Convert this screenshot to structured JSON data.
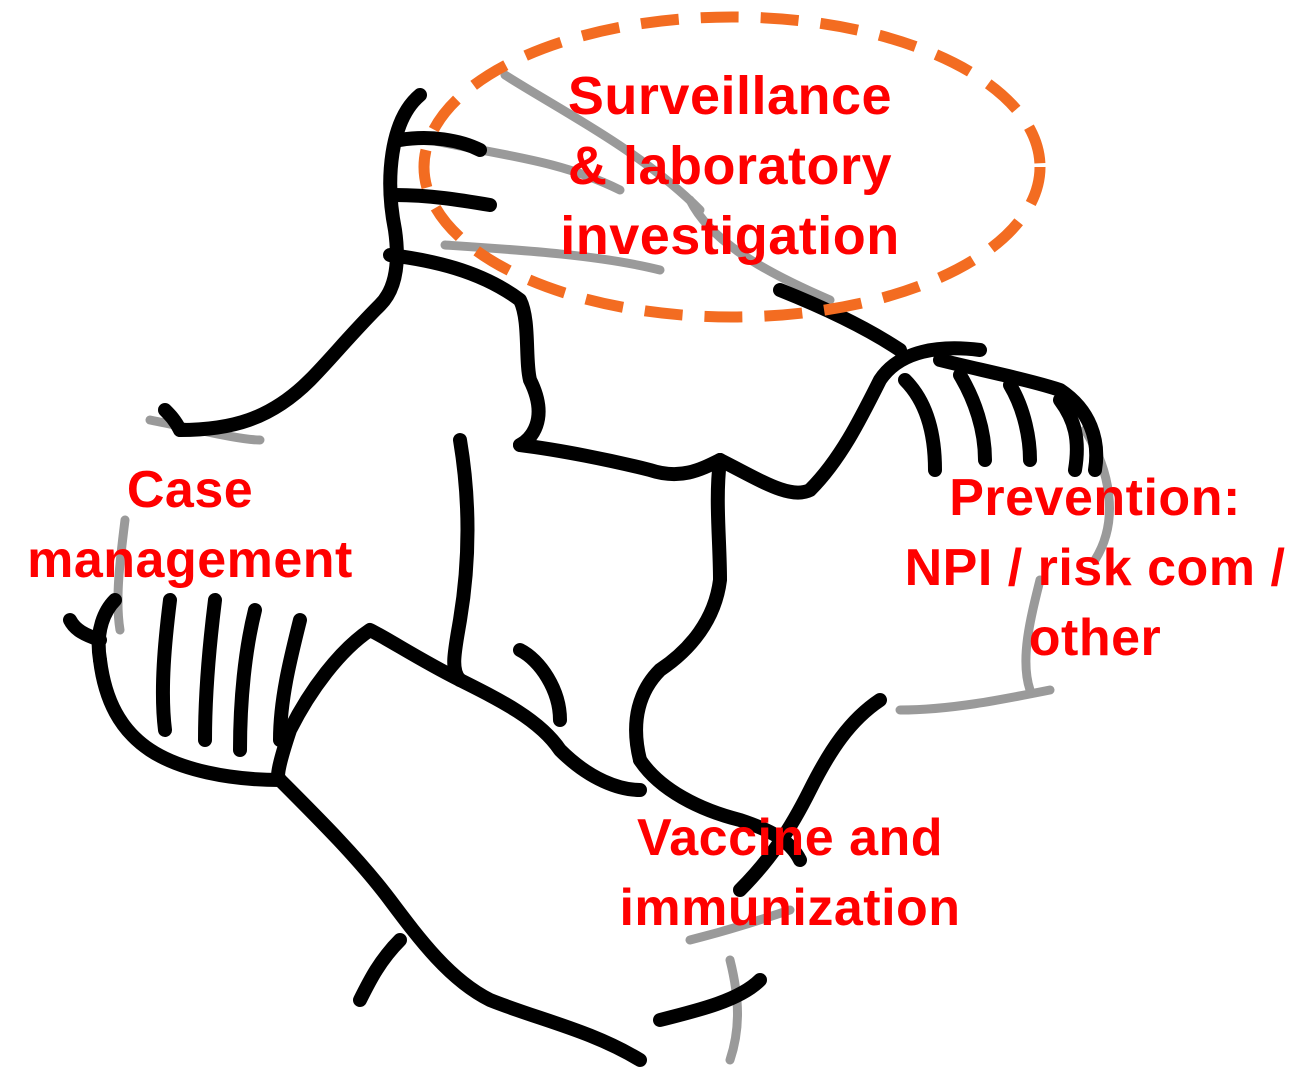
{
  "diagram": {
    "colors": {
      "label_text": "#ff0000",
      "highlight_ellipse": "#f36c21",
      "hand_outline": "#000000",
      "hand_shadow": "#9a9a9a",
      "background": "#ffffff"
    },
    "illustration": "four-interlocking-hands",
    "labels": {
      "surveillance": {
        "line1": "Surveillance",
        "line2": "& laboratory",
        "line3": "investigation"
      },
      "case_management": {
        "line1": "Case",
        "line2": "management"
      },
      "prevention": {
        "line1": "Prevention:",
        "line2": "NPI / risk com /",
        "line3": "other"
      },
      "vaccine": {
        "line1": "Vaccine and",
        "line2": "immunization"
      }
    },
    "highlighted": "surveillance"
  }
}
